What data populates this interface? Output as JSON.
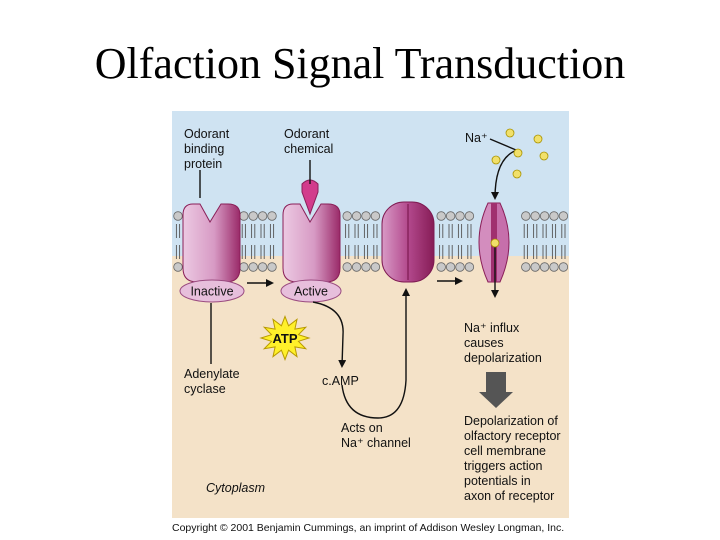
{
  "title": "Olfaction Signal Transduction",
  "labels": {
    "odorant_binding_protein": [
      "Odorant",
      "binding",
      "protein"
    ],
    "odorant_chemical": [
      "Odorant",
      "chemical"
    ],
    "na_ion": "Na⁺",
    "inactive": "Inactive",
    "active": "Active",
    "atp": "ATP",
    "adenylate_cyclase": [
      "Adenylate",
      "cyclase"
    ],
    "camp": "c.AMP",
    "acts_on": [
      "Acts on",
      "Na⁺ channel"
    ],
    "na_influx": [
      "Na⁺ influx",
      "causes",
      "depolarization"
    ],
    "depolarization_result": [
      "Depolarization of",
      "olfactory receptor",
      "cell membrane",
      "triggers action",
      "potentials in",
      "axon of receptor"
    ],
    "cytoplasm": "Cytoplasm"
  },
  "copyright": "Copyright © 2001 Benjamin Cummings, an imprint of Addison Wesley Longman, Inc.",
  "colors": {
    "extracellular": "#cfe3f2",
    "cytoplasm": "#f4e2c8",
    "protein": "#a0306f",
    "protein_light": "#e8c3dd",
    "pill": "#e7bfdc",
    "atp_burst": "#fff02a",
    "ion": "#f1e06a"
  }
}
